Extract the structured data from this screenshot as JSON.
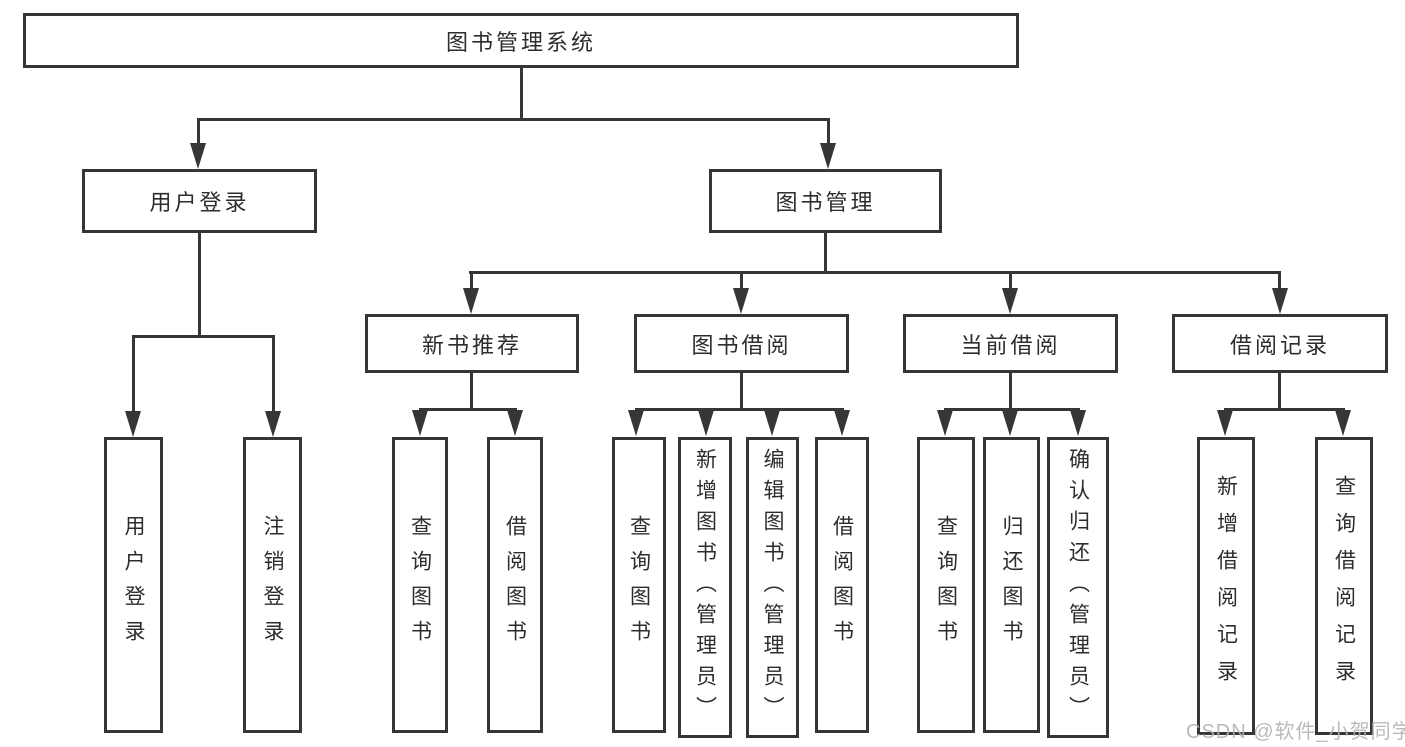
{
  "tree": {
    "label": "图书管理系统",
    "children": [
      {
        "label": "用户登录",
        "children": [
          {
            "label": "用户登录"
          },
          {
            "label": "注销登录"
          }
        ]
      },
      {
        "label": "图书管理",
        "children": [
          {
            "label": "新书推荐",
            "children": [
              {
                "label": "查询图书"
              },
              {
                "label": "借阅图书"
              }
            ]
          },
          {
            "label": "图书借阅",
            "children": [
              {
                "label": "查询图书"
              },
              {
                "label": "新增图书（管理员）"
              },
              {
                "label": "编辑图书（管理员）"
              },
              {
                "label": "借阅图书"
              }
            ]
          },
          {
            "label": "当前借阅",
            "children": [
              {
                "label": "查询图书"
              },
              {
                "label": "归还图书"
              },
              {
                "label": "确认归还（管理员）"
              }
            ]
          },
          {
            "label": "借阅记录",
            "children": [
              {
                "label": "新增借阅记录"
              },
              {
                "label": "查询借阅记录"
              }
            ]
          }
        ]
      }
    ]
  },
  "watermark": {
    "text": "CSDN @软件_小贺同学"
  },
  "colors": {
    "line": "#363636",
    "text": "#2d2d2d",
    "watermark": "#b3b3b3",
    "background": "#ffffff"
  }
}
